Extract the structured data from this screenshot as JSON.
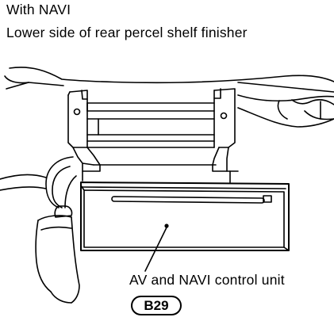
{
  "header": {
    "line1": "With NAVI",
    "line2": "Lower side of rear percel shelf finisher"
  },
  "callout": {
    "label": "AV and NAVI control unit",
    "connector": "B29"
  }
}
